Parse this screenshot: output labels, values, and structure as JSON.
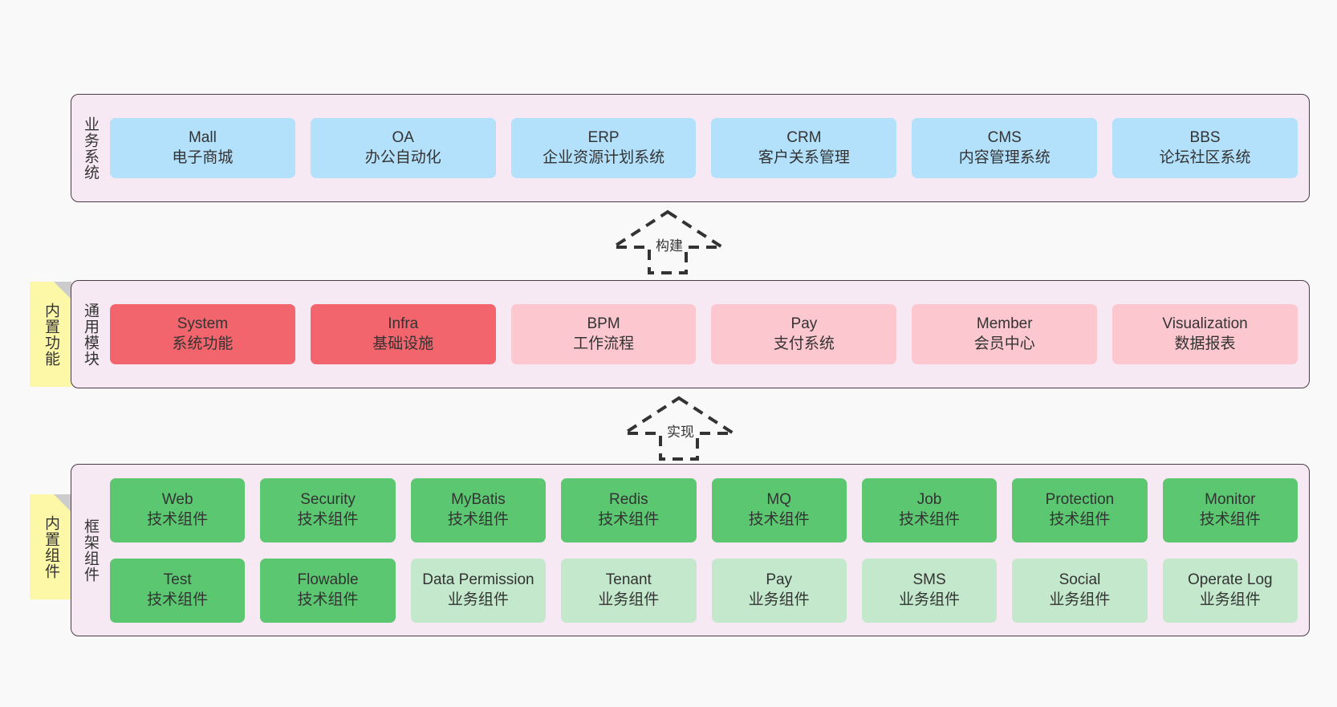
{
  "diagram": {
    "title": "Architecture layers diagram",
    "colors": {
      "panel_bg": "#f7e9f3",
      "panel_border": "#4a3b45",
      "business": "#b3e0fb",
      "module_core": "#f2656c",
      "module_optional": "#fcc7cf",
      "component_tech": "#5cc771",
      "component_biz": "#c3e8cb",
      "note_bg": "#fcf8a8",
      "note_fold": "#cccccc",
      "canvas_bg": "#f9f9f9"
    }
  },
  "layers": {
    "business": {
      "label": "业务系统",
      "items": [
        {
          "en": "Mall",
          "cn": "电子商城",
          "color": "c-blue"
        },
        {
          "en": "OA",
          "cn": "办公自动化",
          "color": "c-blue"
        },
        {
          "en": "ERP",
          "cn": "企业资源计划系统",
          "color": "c-blue"
        },
        {
          "en": "CRM",
          "cn": "客户关系管理",
          "color": "c-blue"
        },
        {
          "en": "CMS",
          "cn": "内容管理系统",
          "color": "c-blue"
        },
        {
          "en": "BBS",
          "cn": "论坛社区系统",
          "color": "c-blue"
        }
      ]
    },
    "common": {
      "label": "通用模块",
      "note": "内置功能",
      "items": [
        {
          "en": "System",
          "cn": "系统功能",
          "color": "c-red"
        },
        {
          "en": "Infra",
          "cn": "基础设施",
          "color": "c-red"
        },
        {
          "en": "BPM",
          "cn": "工作流程",
          "color": "c-pink"
        },
        {
          "en": "Pay",
          "cn": "支付系统",
          "color": "c-pink"
        },
        {
          "en": "Member",
          "cn": "会员中心",
          "color": "c-pink"
        },
        {
          "en": "Visualization",
          "cn": "数据报表",
          "color": "c-pink"
        }
      ]
    },
    "framework": {
      "label": "框架组件",
      "note": "内置组件",
      "row1": [
        {
          "en": "Web",
          "cn": "技术组件",
          "color": "c-green"
        },
        {
          "en": "Security",
          "cn": "技术组件",
          "color": "c-green"
        },
        {
          "en": "MyBatis",
          "cn": "技术组件",
          "color": "c-green"
        },
        {
          "en": "Redis",
          "cn": "技术组件",
          "color": "c-green"
        },
        {
          "en": "MQ",
          "cn": "技术组件",
          "color": "c-green"
        },
        {
          "en": "Job",
          "cn": "技术组件",
          "color": "c-green"
        },
        {
          "en": "Protection",
          "cn": "技术组件",
          "color": "c-green"
        },
        {
          "en": "Monitor",
          "cn": "技术组件",
          "color": "c-green"
        }
      ],
      "row2": [
        {
          "en": "Test",
          "cn": "技术组件",
          "color": "c-green"
        },
        {
          "en": "Flowable",
          "cn": "技术组件",
          "color": "c-green"
        },
        {
          "en": "Data Permission",
          "cn": "业务组件",
          "color": "c-green-light"
        },
        {
          "en": "Tenant",
          "cn": "业务组件",
          "color": "c-green-light"
        },
        {
          "en": "Pay",
          "cn": "业务组件",
          "color": "c-green-light"
        },
        {
          "en": "SMS",
          "cn": "业务组件",
          "color": "c-green-light"
        },
        {
          "en": "Social",
          "cn": "业务组件",
          "color": "c-green-light"
        },
        {
          "en": "Operate Log",
          "cn": "业务组件",
          "color": "c-green-light"
        }
      ]
    }
  },
  "arrows": [
    {
      "id": "build",
      "label": "构建"
    },
    {
      "id": "impl",
      "label": "实现"
    }
  ]
}
